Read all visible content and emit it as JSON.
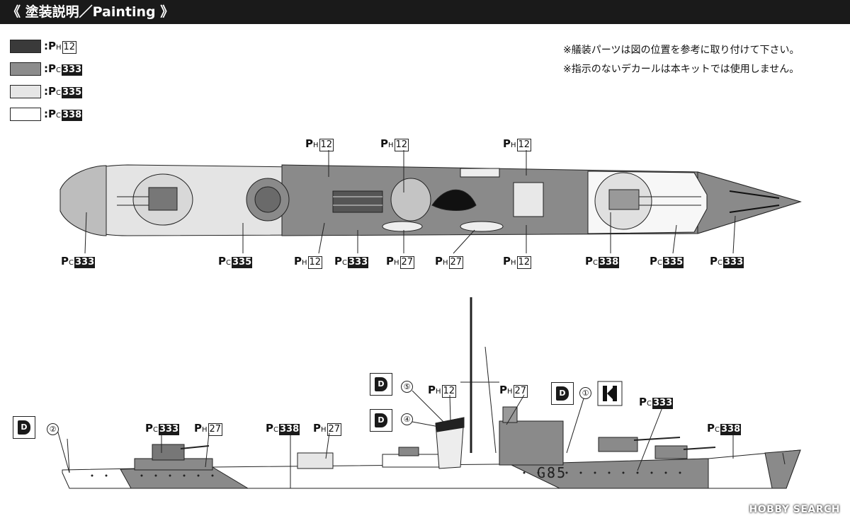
{
  "header": {
    "title": "《 塗装説明／Painting 》"
  },
  "legend": [
    {
      "prefix": "P",
      "sub": "H",
      "num": "12",
      "style": "box",
      "color": "#3a3a3a"
    },
    {
      "prefix": "P",
      "sub": "C",
      "num": "333",
      "style": "inv",
      "color": "#8c8c8c"
    },
    {
      "prefix": "P",
      "sub": "C",
      "num": "335",
      "style": "inv",
      "color": "#e6e6e6"
    },
    {
      "prefix": "P",
      "sub": "C",
      "num": "338",
      "style": "inv",
      "color": "#ffffff"
    }
  ],
  "notes": [
    "※艤装パーツは図の位置を参考に取り付けて下さい。",
    "※指示のないデカールは本キットでは使用しません。"
  ],
  "top_labels": {
    "above_1": {
      "p": "P",
      "sub": "H",
      "num": "12"
    },
    "above_2": {
      "p": "P",
      "sub": "H",
      "num": "12"
    },
    "above_3": {
      "p": "P",
      "sub": "H",
      "num": "12"
    },
    "below_1": {
      "p": "P",
      "sub": "C",
      "num": "333"
    },
    "below_2": {
      "p": "P",
      "sub": "C",
      "num": "335"
    },
    "below_3": {
      "p": "P",
      "sub": "H",
      "num": "12"
    },
    "below_4": {
      "p": "P",
      "sub": "C",
      "num": "333"
    },
    "below_5": {
      "p": "P",
      "sub": "H",
      "num": "27"
    },
    "below_6": {
      "p": "P",
      "sub": "H",
      "num": "27"
    },
    "below_7": {
      "p": "P",
      "sub": "H",
      "num": "12"
    },
    "below_8": {
      "p": "P",
      "sub": "C",
      "num": "338"
    },
    "below_9": {
      "p": "P",
      "sub": "C",
      "num": "335"
    },
    "below_10": {
      "p": "P",
      "sub": "C",
      "num": "333"
    }
  },
  "side_labels": {
    "l1": {
      "p": "P",
      "sub": "C",
      "num": "333"
    },
    "l2": {
      "p": "P",
      "sub": "H",
      "num": "27"
    },
    "l3": {
      "p": "P",
      "sub": "C",
      "num": "338"
    },
    "l4": {
      "p": "P",
      "sub": "H",
      "num": "27"
    },
    "l5": {
      "p": "P",
      "sub": "H",
      "num": "12"
    },
    "l6": {
      "p": "P",
      "sub": "H",
      "num": "27"
    },
    "l7": {
      "p": "P",
      "sub": "C",
      "num": "333"
    },
    "l8": {
      "p": "P",
      "sub": "C",
      "num": "338"
    }
  },
  "callouts": {
    "c1": "①",
    "c2": "②",
    "c4": "④",
    "c5": "⑤"
  },
  "hull_number": "G85",
  "watermark": "HOBBY SEARCH"
}
